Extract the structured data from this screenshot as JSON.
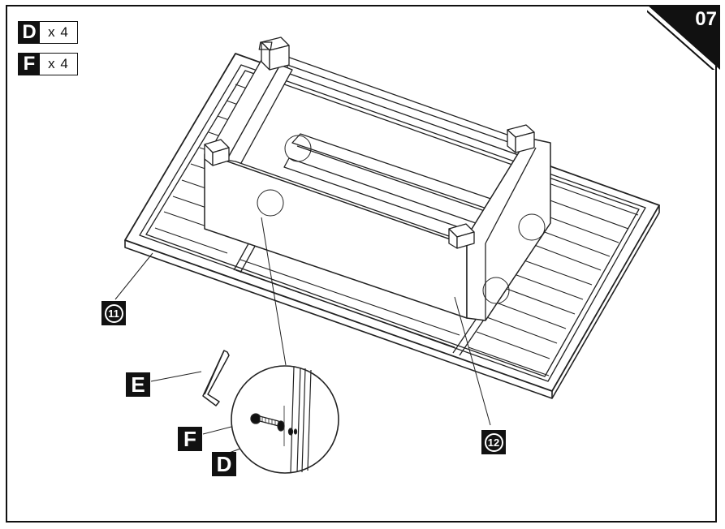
{
  "step": {
    "number": "07"
  },
  "hardware": [
    {
      "code": "D",
      "count": "x 4"
    },
    {
      "code": "F",
      "count": "x 4"
    }
  ],
  "parts": {
    "tabletop": "11",
    "base_frame": "12",
    "hex_key": "E",
    "bolt": "F",
    "washer": "D"
  }
}
